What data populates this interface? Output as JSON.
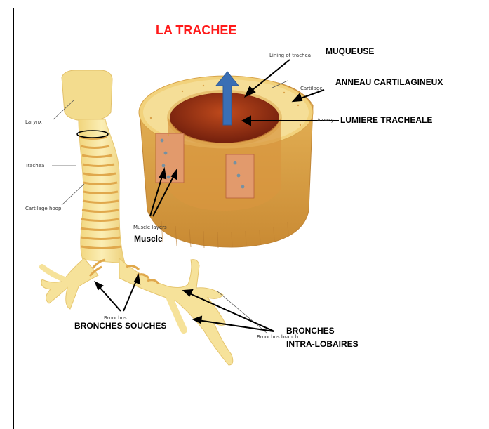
{
  "title": "LA  TRACHEE",
  "colors": {
    "title": "#ff1a1a",
    "tissue": "#f7e39b",
    "cartilage": "#e9c15d",
    "lumen": "#8a2a12",
    "arrow_up": "#3a6fb5"
  },
  "small_labels": {
    "larynx": "Larynx",
    "trachea": "Trachea",
    "cartilage_hoop": "Cartilage hoop",
    "lining": "Lining of trachea",
    "cartilage": "Cartilage",
    "airway": "Airway",
    "muscle_layers": "Muscle layers",
    "bronchus": "Bronchus",
    "bronchus_branch": "Bronchus branch"
  },
  "labels": {
    "muqueuse": "MUQUEUSE",
    "anneau": "ANNEAU CARTILAGINEUX",
    "lumiere": "LUMIERE TRACHEALE",
    "muscle": "Muscle",
    "bronches_souches": "BRONCHES SOUCHES",
    "bronches_line1": "BRONCHES",
    "bronches_line2": "INTRA-LOBAIRES"
  }
}
